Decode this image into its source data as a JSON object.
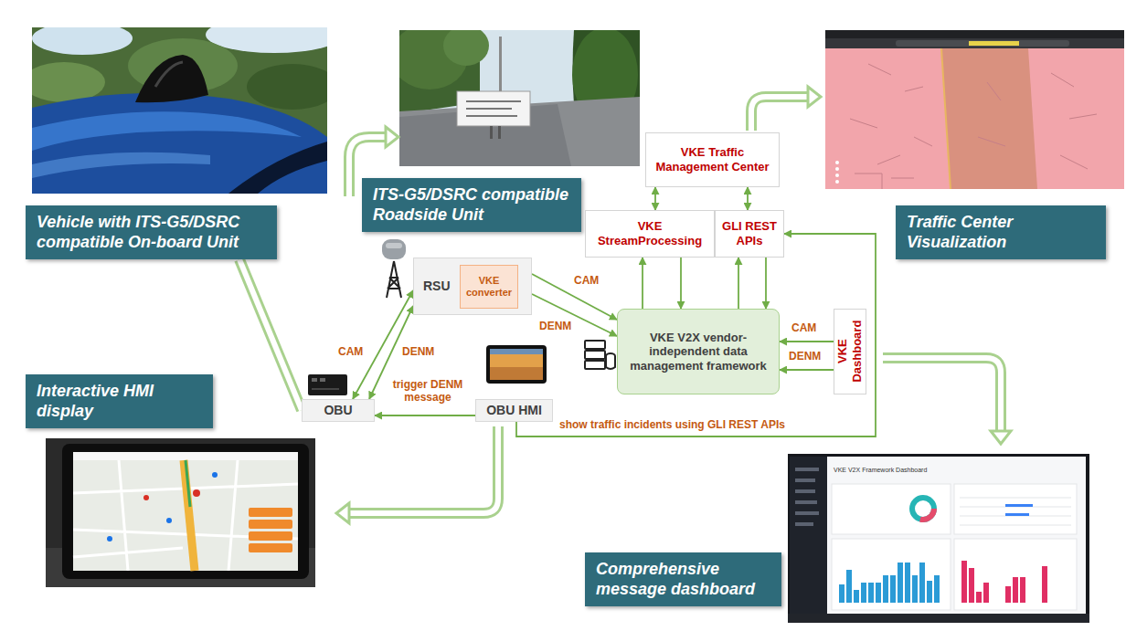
{
  "diagram": {
    "nodes": [
      {
        "text": [
          "Vehicle with ITS-G5/DSRC compatible On-board Unit"
        ]
      },
      {
        "text": [
          "ITS-G5/DSRC compatible Roadside Unit"
        ]
      },
      {
        "text": [
          "Traffic Center Visualization"
        ]
      },
      {
        "text": [
          "VKE Traffic Management Center"
        ]
      },
      {
        "text": [
          "VKE StreamProcessing"
        ]
      },
      {
        "text": [
          "GLI REST APIs"
        ]
      },
      {
        "text": [
          "RSU"
        ]
      },
      {
        "text": [
          "VKE converter"
        ],
        "in": 6
      },
      {
        "text": [
          "Interactive HMI display"
        ]
      },
      {
        "text": [
          "OBU"
        ]
      },
      {
        "text": [
          "OBU HMI"
        ]
      },
      {
        "text": [
          "VKE V2X vendor-independent data management framework"
        ]
      },
      {
        "text": [
          "VKE Dashboard"
        ]
      },
      {
        "text": [
          "Comprehensive message dashboard"
        ]
      }
    ],
    "edges": [
      {
        "from": 0,
        "to": 9,
        "arrow": "none"
      },
      {
        "from": 9,
        "to": 6,
        "label": "CAM",
        "arrow": "both"
      },
      {
        "from": 9,
        "to": 6,
        "label": "DENM",
        "arrow": "both"
      },
      {
        "from": 6,
        "to": 11,
        "label": "CAM",
        "arrow": "to"
      },
      {
        "from": 6,
        "to": 11,
        "label": "DENM",
        "arrow": "to"
      },
      {
        "from": 12,
        "to": 11,
        "label": "CAM",
        "arrow": "to"
      },
      {
        "from": 12,
        "to": 11,
        "label": "DENM",
        "arrow": "to"
      },
      {
        "from": 10,
        "to": 9,
        "label": "trigger DENM message",
        "arrow": "to"
      },
      {
        "from": 10,
        "to": 5,
        "label": "show traffic incidents using GLI REST APIs",
        "arrow": "to"
      },
      {
        "from": 11,
        "to": 4,
        "arrow": "to"
      },
      {
        "from": 4,
        "to": 11,
        "arrow": "to"
      },
      {
        "from": 11,
        "to": 5,
        "arrow": "to"
      },
      {
        "from": 5,
        "to": 11,
        "arrow": "to"
      },
      {
        "from": 4,
        "to": 3,
        "arrow": "both"
      },
      {
        "from": 5,
        "to": 3,
        "arrow": "both"
      }
    ],
    "labels": [
      "VKE V2X Framework Dashboard"
    ]
  }
}
